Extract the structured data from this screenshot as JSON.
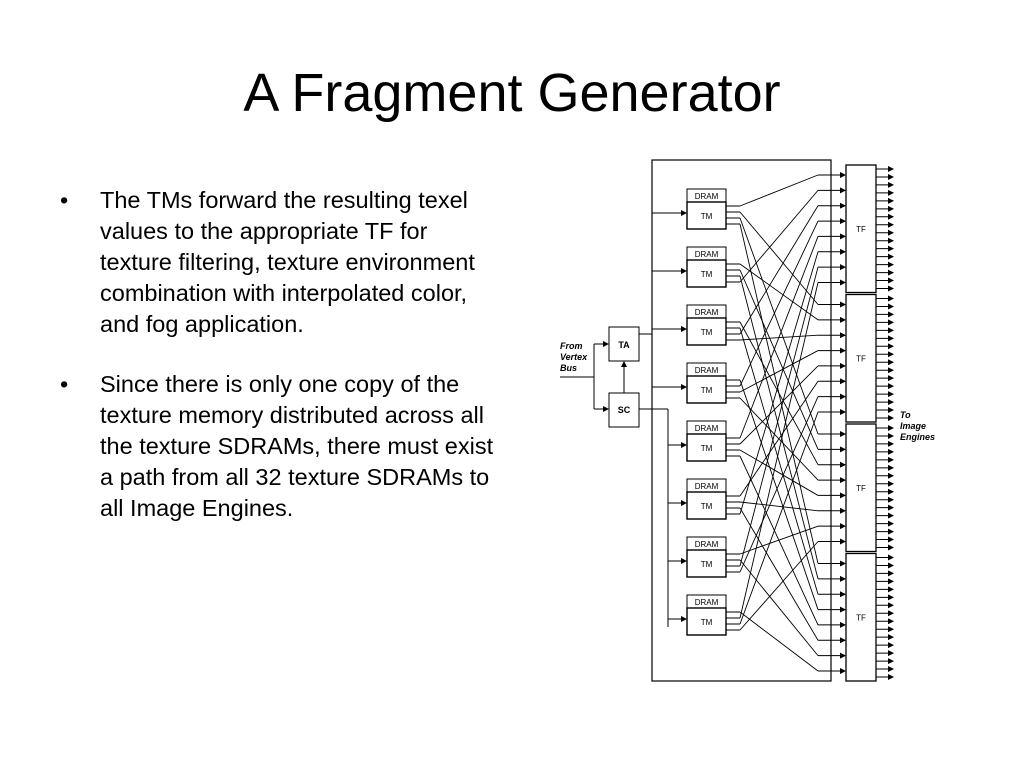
{
  "slide": {
    "title": "A Fragment Generator",
    "bullets": [
      "The TMs forward the resulting texel values to the appropriate TF for texture filtering, texture environment combination with interpolated color, and fog application.",
      "Since there is only one copy of the texture memory distributed across all the texture SDRAMs, there must exist a path from all 32 texture SDRAMs to all Image Engines."
    ],
    "bullet_symbol": "•"
  },
  "diagram": {
    "input_label": [
      "From",
      "Vertex",
      "Bus"
    ],
    "output_label": [
      "To",
      "Image",
      "Engines"
    ],
    "ta_label": "TA",
    "sc_label": "SC",
    "dram_label": "DRAM",
    "tm_label": "TM",
    "tf_label": "TF",
    "tm_count": 8,
    "tf_count": 4
  }
}
